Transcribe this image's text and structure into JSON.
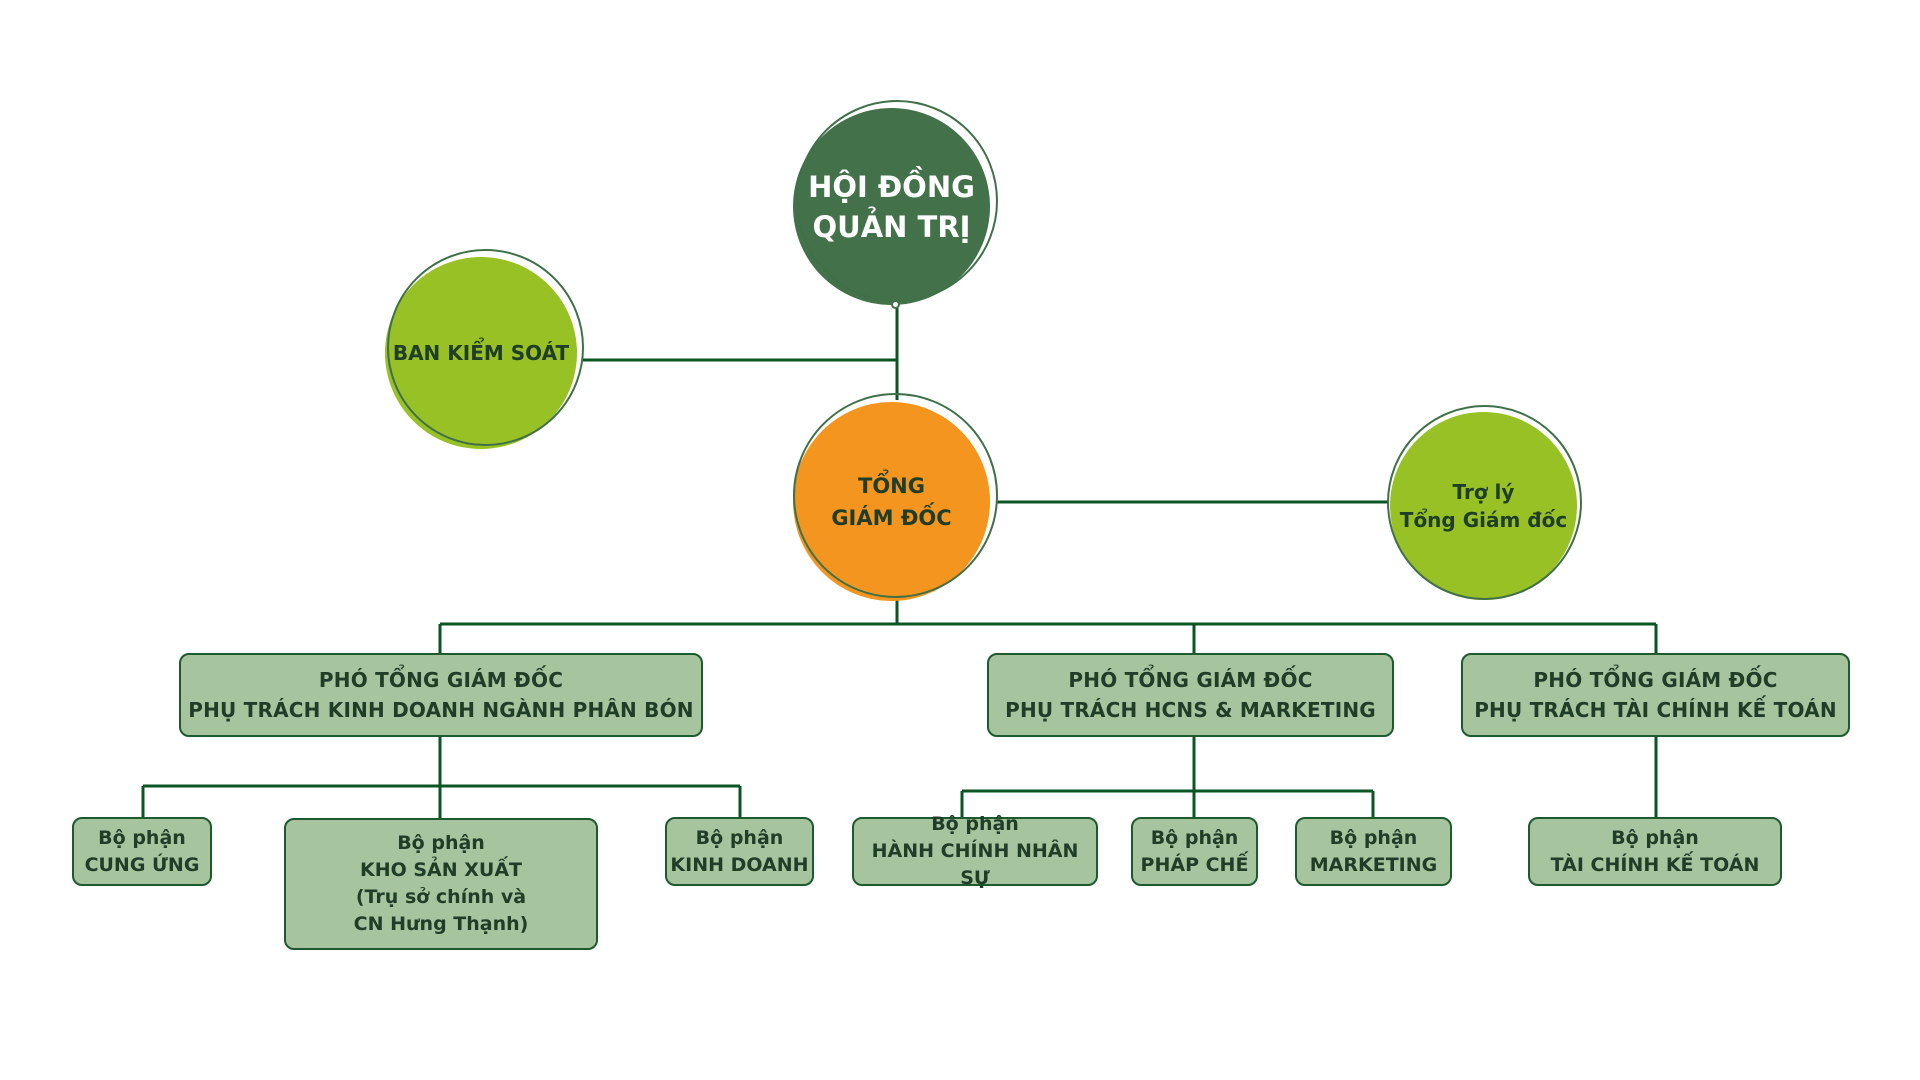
{
  "colors": {
    "board": "#43724a",
    "ceo": "#f4951f",
    "side": "#98c125",
    "box_fill": "#a6c49e",
    "line": "#0b5424",
    "text_dark": "#1f3d27",
    "text_light": "#ffffff"
  },
  "board": {
    "label": "HỘI ĐỒNG\nQUẢN TRỊ"
  },
  "supervisory": {
    "label": "BAN KIỂM SOÁT"
  },
  "ceo": {
    "label": "TỔNG\nGIÁM ĐỐC"
  },
  "assistant": {
    "label": "Trợ lý\nTổng Giám đốc"
  },
  "vice_presidents": [
    {
      "label": "PHÓ TỔNG GIÁM ĐỐC\nPHỤ TRÁCH KINH DOANH NGÀNH PHÂN BÓN",
      "departments": [
        {
          "label": "Bộ phận\nCUNG ỨNG"
        },
        {
          "label": "Bộ phận\nKHO SẢN XUẤT\n(Trụ sở chính và\nCN Hưng Thạnh)"
        },
        {
          "label": "Bộ phận\nKINH DOANH"
        }
      ]
    },
    {
      "label": "PHÓ TỔNG GIÁM ĐỐC\nPHỤ TRÁCH HCNS & MARKETING",
      "departments": [
        {
          "label": "Bộ phận\nHÀNH CHÍNH NHÂN SỰ"
        },
        {
          "label": "Bộ phận\nPHÁP CHẾ"
        },
        {
          "label": "Bộ phận\nMARKETING"
        }
      ]
    },
    {
      "label": "PHÓ TỔNG GIÁM ĐỐC\nPHỤ TRÁCH TÀI CHÍNH KẾ TOÁN",
      "departments": [
        {
          "label": "Bộ phận\nTÀI CHÍNH KẾ TOÁN"
        }
      ]
    }
  ]
}
